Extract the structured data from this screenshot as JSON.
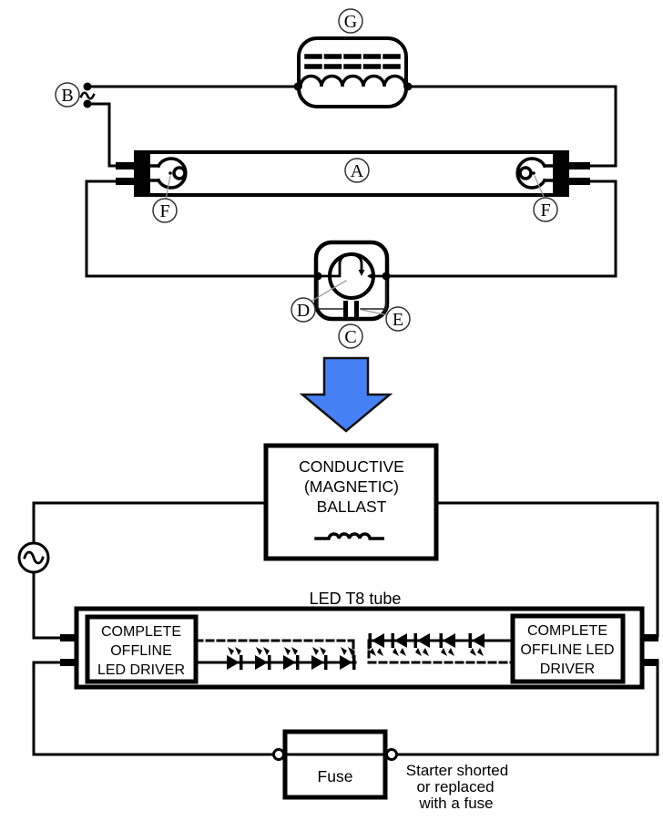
{
  "labels": {
    "g": "G",
    "b": "B",
    "a": "A",
    "f_left": "F",
    "f_right": "F",
    "c": "C",
    "d": "D",
    "e": "E"
  },
  "ballast_box": {
    "line1": "CONDUCTIVE",
    "line2": "(MAGNETIC)",
    "line3": "BALLAST"
  },
  "led_tube": {
    "label": "LED T8 tube",
    "left_driver": {
      "line1": "COMPLETE",
      "line2": "OFFLINE",
      "line3": "LED DRIVER"
    },
    "right_driver": {
      "line1": "COMPLETE",
      "line2": "OFFLINE LED",
      "line3": "DRIVER"
    }
  },
  "fuse": {
    "label": "Fuse"
  },
  "note": {
    "line1": "Starter shorted",
    "line2": "or replaced",
    "line3": "with a fuse"
  },
  "colors": {
    "arrow_fill": "#4680F5",
    "ink": "#000000"
  }
}
